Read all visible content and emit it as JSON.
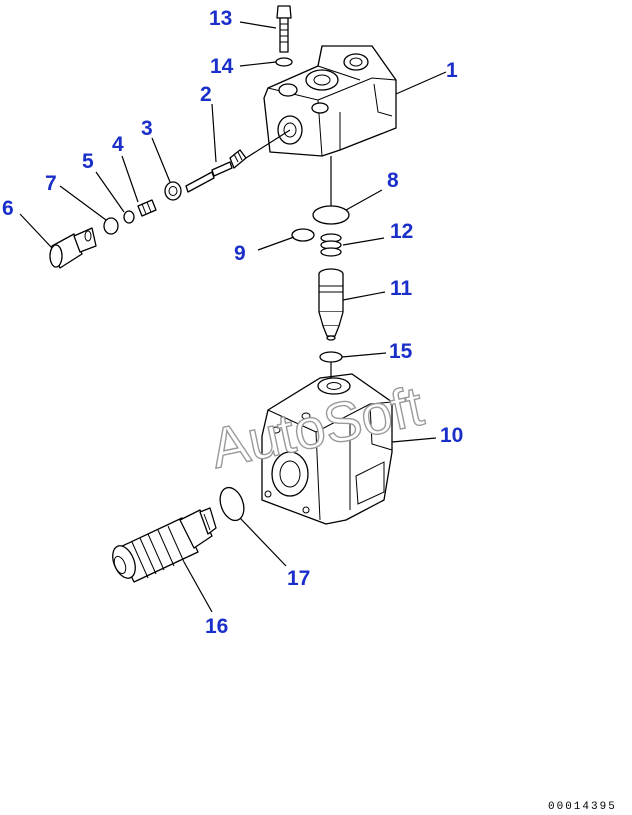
{
  "watermark": "AutoSoft",
  "doc_number": "00014395",
  "callouts": {
    "c1": "1",
    "c2": "2",
    "c3": "3",
    "c4": "4",
    "c5": "5",
    "c6": "6",
    "c7": "7",
    "c8": "8",
    "c9": "9",
    "c10": "10",
    "c11": "11",
    "c12": "12",
    "c13": "13",
    "c14": "14",
    "c15": "15",
    "c16": "16",
    "c17": "17"
  },
  "colors": {
    "callout": "#1a2fc9",
    "line": "#000000",
    "watermark_outline": "#9a9a9a"
  }
}
